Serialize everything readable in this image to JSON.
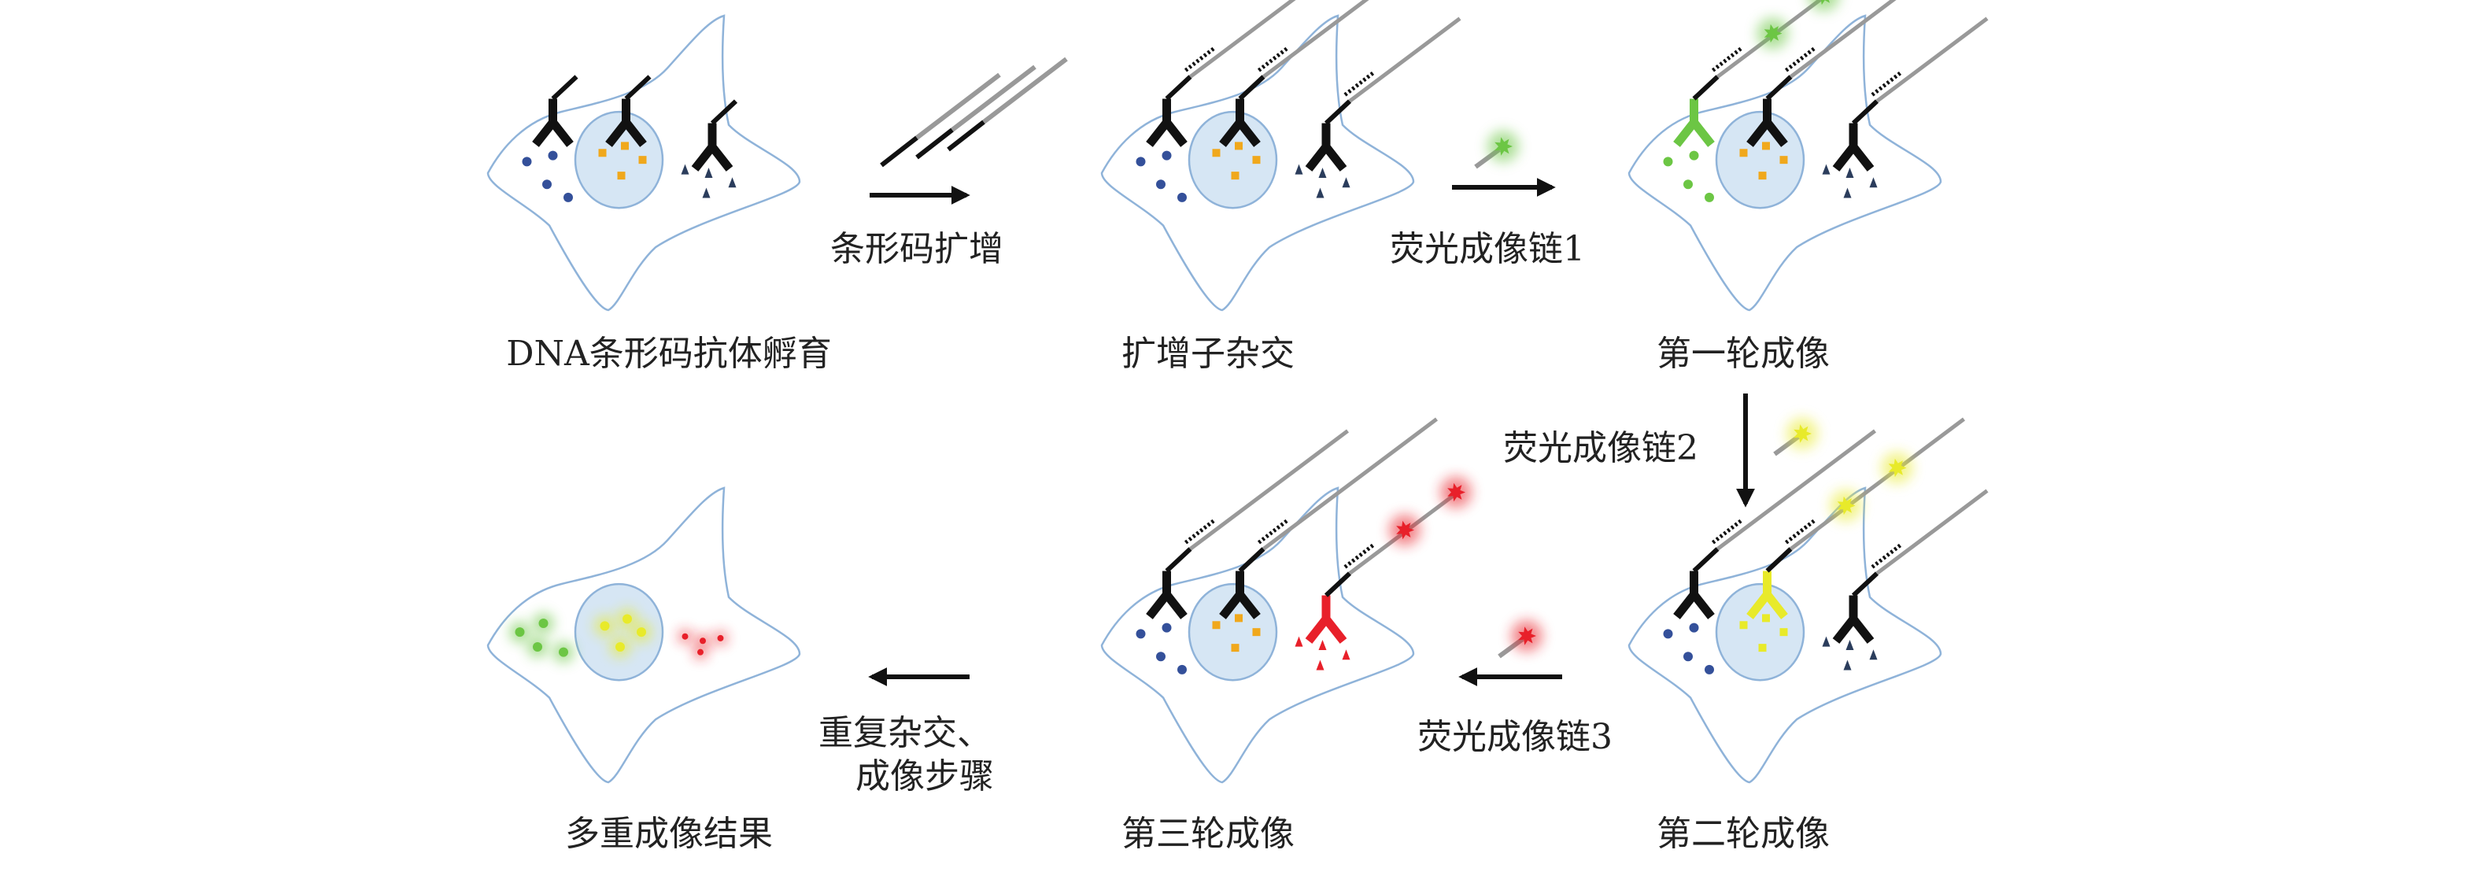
{
  "steps": {
    "incubation": "DNA条形码抗体孵育",
    "hybridization": "扩增子杂交",
    "round1": "第一轮成像",
    "round2": "第二轮成像",
    "round3": "第三轮成像",
    "result": "多重成像结果"
  },
  "arrows": {
    "amplify": "条形码扩增",
    "imager1": "荧光成像链1",
    "imager2": "荧光成像链2",
    "imager3": "荧光成像链3",
    "repeat_line1": "重复杂交、",
    "repeat_line2": "成像步骤"
  },
  "colors": {
    "cell_outline": "#8fb3d9",
    "nucleus": "#d6e6f4",
    "green": "#6cc644",
    "yellow": "#e8ea2a",
    "red": "#e8202a",
    "blue_dot": "#34509a",
    "orange_square": "#f0a81c",
    "triangle": "#2b3d5c"
  }
}
